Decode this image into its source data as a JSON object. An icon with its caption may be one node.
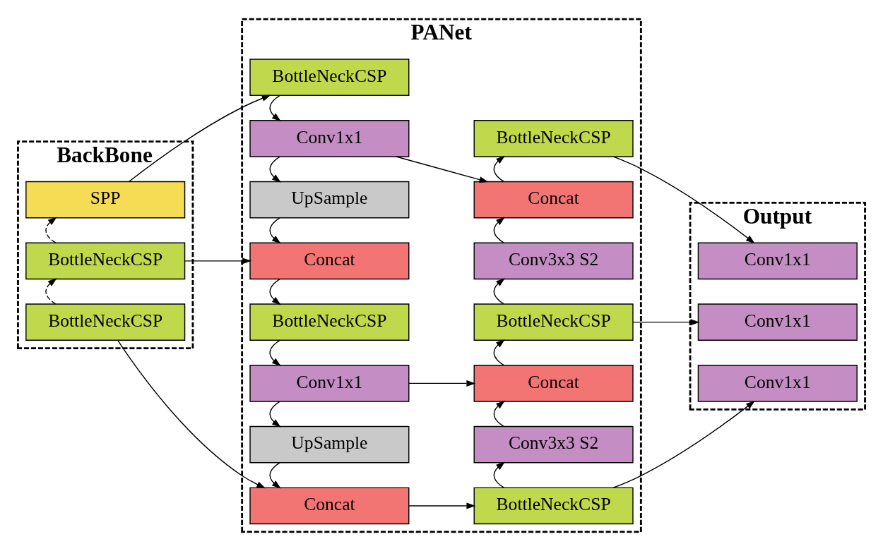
{
  "diagram": {
    "nodes": [
      {
        "text": [
          "BackBone"
        ]
      },
      {
        "text": [
          "PANet"
        ]
      },
      {
        "text": [
          "Output"
        ]
      },
      {
        "text": [
          "BottleNeckCSP"
        ],
        "in": 0
      },
      {
        "text": [
          "BottleNeckCSP"
        ],
        "in": 0
      },
      {
        "text": [
          "SPP"
        ],
        "in": 0
      },
      {
        "text": [
          "Concat"
        ],
        "in": 1
      },
      {
        "text": [
          "UpSample"
        ],
        "in": 1
      },
      {
        "text": [
          "Conv1x1"
        ],
        "in": 1
      },
      {
        "text": [
          "BottleNeckCSP"
        ],
        "in": 1
      },
      {
        "text": [
          "Concat"
        ],
        "in": 1
      },
      {
        "text": [
          "UpSample"
        ],
        "in": 1
      },
      {
        "text": [
          "Conv1x1"
        ],
        "in": 1
      },
      {
        "text": [
          "BottleNeckCSP"
        ],
        "in": 1
      },
      {
        "text": [
          "BottleNeckCSP"
        ],
        "in": 1
      },
      {
        "text": [
          "Conv3x3 S2"
        ],
        "in": 1
      },
      {
        "text": [
          "Concat"
        ],
        "in": 1
      },
      {
        "text": [
          "BottleNeckCSP"
        ],
        "in": 1
      },
      {
        "text": [
          "Conv3x3 S2"
        ],
        "in": 1
      },
      {
        "text": [
          "Concat"
        ],
        "in": 1
      },
      {
        "text": [
          "BottleNeckCSP"
        ],
        "in": 1
      },
      {
        "text": [
          "Conv1x1"
        ],
        "in": 2
      },
      {
        "text": [
          "Conv1x1"
        ],
        "in": 2
      },
      {
        "text": [
          "Conv1x1"
        ],
        "in": 2
      }
    ],
    "edges": [
      {
        "from": 3,
        "to": 4,
        "arrow": "to",
        "style": "dashed"
      },
      {
        "from": 4,
        "to": 5,
        "arrow": "to",
        "style": "dashed"
      },
      {
        "from": 3,
        "to": 6,
        "arrow": "to"
      },
      {
        "from": 4,
        "to": 10,
        "arrow": "to"
      },
      {
        "from": 5,
        "to": 13,
        "arrow": "to"
      },
      {
        "from": 13,
        "to": 12,
        "arrow": "to"
      },
      {
        "from": 12,
        "to": 11,
        "arrow": "to"
      },
      {
        "from": 11,
        "to": 10,
        "arrow": "to"
      },
      {
        "from": 10,
        "to": 9,
        "arrow": "to"
      },
      {
        "from": 9,
        "to": 8,
        "arrow": "to"
      },
      {
        "from": 8,
        "to": 7,
        "arrow": "to"
      },
      {
        "from": 7,
        "to": 6,
        "arrow": "to"
      },
      {
        "from": 6,
        "to": 14,
        "arrow": "to"
      },
      {
        "from": 14,
        "to": 15,
        "arrow": "to"
      },
      {
        "from": 15,
        "to": 16,
        "arrow": "to"
      },
      {
        "from": 8,
        "to": 16,
        "arrow": "to"
      },
      {
        "from": 16,
        "to": 17,
        "arrow": "to"
      },
      {
        "from": 17,
        "to": 18,
        "arrow": "to"
      },
      {
        "from": 18,
        "to": 19,
        "arrow": "to"
      },
      {
        "from": 12,
        "to": 19,
        "arrow": "to"
      },
      {
        "from": 19,
        "to": 20,
        "arrow": "to"
      },
      {
        "from": 14,
        "to": 21,
        "arrow": "to"
      },
      {
        "from": 17,
        "to": 22,
        "arrow": "to"
      },
      {
        "from": 20,
        "to": 23,
        "arrow": "to"
      }
    ]
  }
}
